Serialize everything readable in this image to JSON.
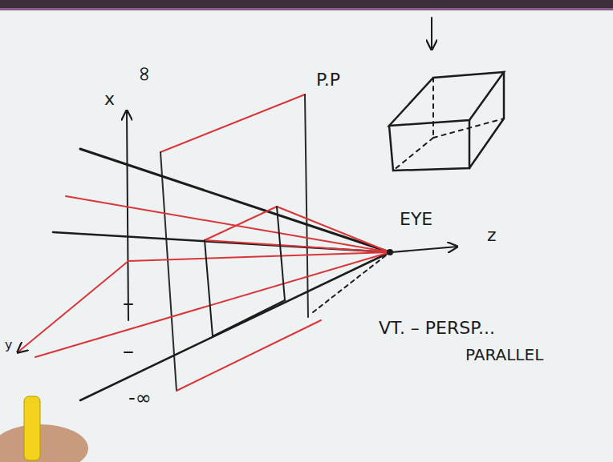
{
  "diagram": {
    "labels": [
      "∞",
      "x",
      "P.P",
      "EYE",
      "z",
      "y",
      "-∞",
      "VT. – PERSP...",
      "PARALLEL"
    ]
  }
}
